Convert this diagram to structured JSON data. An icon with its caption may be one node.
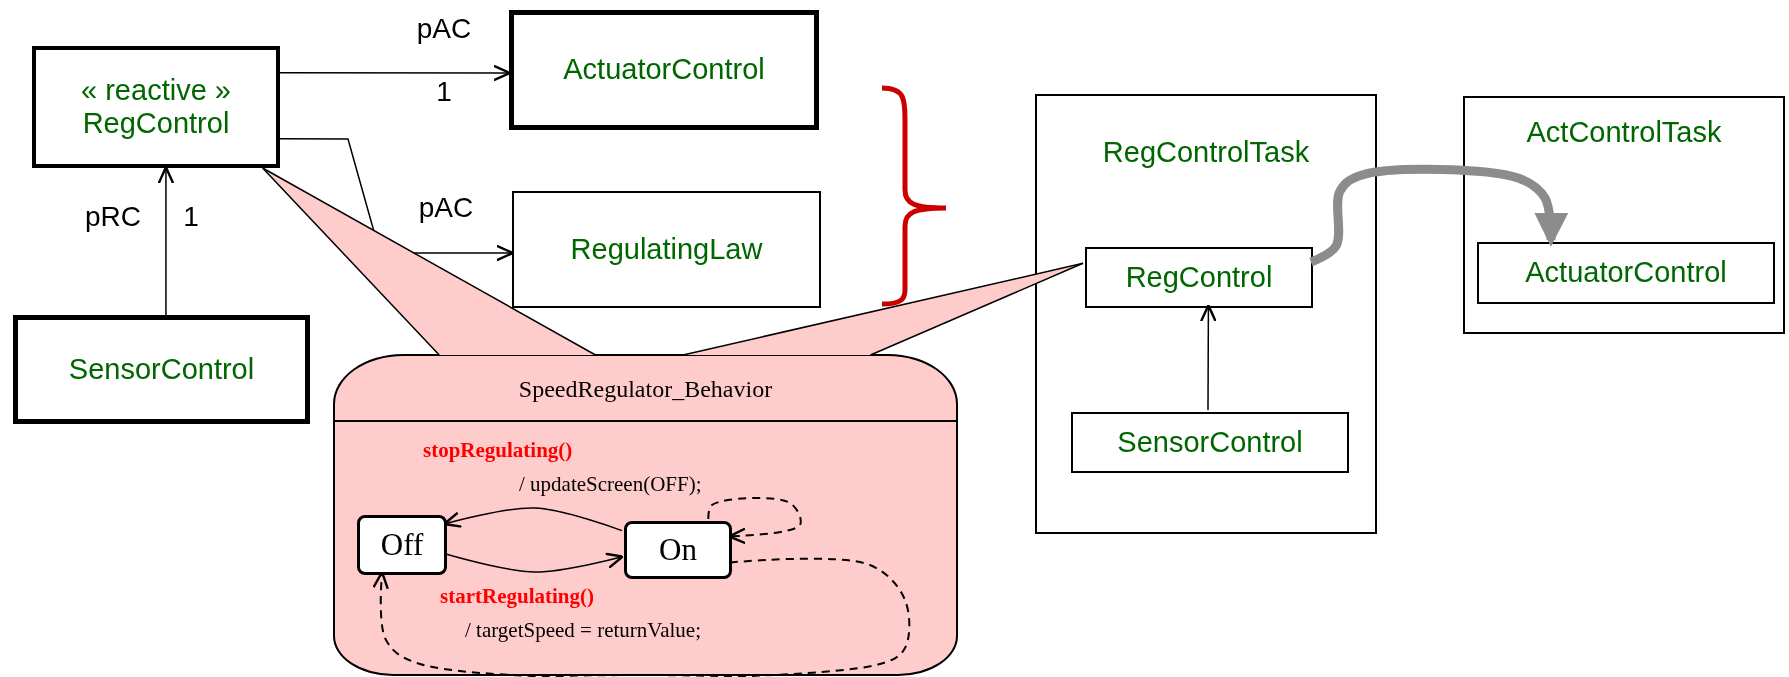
{
  "diagram": {
    "nodes": [
      {
        "text": [
          "« reactive » RegControl"
        ]
      },
      {
        "text": [
          "ActuatorControl"
        ]
      },
      {
        "text": [
          "RegulatingLaw"
        ]
      },
      {
        "text": [
          "SensorControl"
        ]
      },
      {
        "text": [
          "SpeedRegulator_Behavior"
        ]
      },
      {
        "text": [
          "Off"
        ],
        "in": 4
      },
      {
        "text": [
          "On"
        ],
        "in": 4
      },
      {
        "text": [
          "RegControlTask"
        ]
      },
      {
        "text": [
          "RegControl"
        ],
        "in": 7
      },
      {
        "text": [
          "SensorControl"
        ],
        "in": 7
      },
      {
        "text": [
          "ActControlTask"
        ]
      },
      {
        "text": [
          "ActuatorControl"
        ],
        "in": 10
      }
    ],
    "edges": [
      {
        "from": 0,
        "to": 1,
        "arrow": "to",
        "label": "pAC"
      },
      {
        "from": 0,
        "to": 2,
        "arrow": "to",
        "label": "pAC"
      },
      {
        "from": 3,
        "to": 0,
        "arrow": "to",
        "label": "pRC"
      },
      {
        "from": 4,
        "to": 0,
        "arrow": "none"
      },
      {
        "from": 4,
        "to": 8,
        "arrow": "none"
      },
      {
        "from": 9,
        "to": 8,
        "arrow": "to"
      },
      {
        "from": 8,
        "to": 11,
        "arrow": "to",
        "style": "thick",
        "color": "#8c8c8c"
      },
      {
        "from": 6,
        "to": 5,
        "arrow": "to",
        "label": "**stopRegulating()** / updateScreen(OFF);"
      },
      {
        "from": 5,
        "to": 6,
        "arrow": "to",
        "label": "**startRegulating()** / targetSpeed = returnValue;"
      },
      {
        "from": 6,
        "to": 5,
        "arrow": "to",
        "style": "dashed"
      },
      {
        "from": 6,
        "to": 6,
        "arrow": "to",
        "style": "dashed"
      }
    ],
    "labels": [
      "1",
      "1"
    ]
  }
}
